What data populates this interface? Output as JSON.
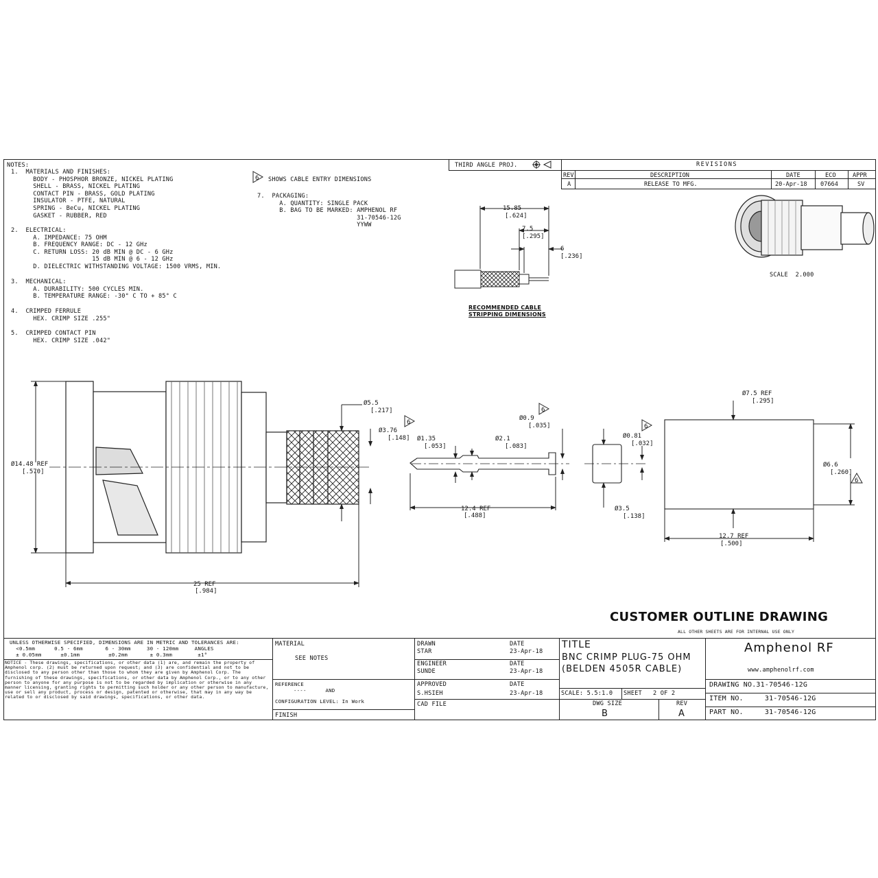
{
  "notes": {
    "heading": "NOTES:",
    "items": [
      "1.  MATERIALS AND FINISHES:\n      BODY - PHOSPHOR BRONZE, NICKEL PLATING\n      SHELL - BRASS, NICKEL PLATING\n      CONTACT PIN - BRASS, GOLD PLATING\n      INSULATOR - PTFE, NATURAL\n      SPRING - BeCu, NICKEL PLATING\n      GASKET - RUBBER, RED",
      "2.  ELECTRICAL:\n      A. IMPEDANCE: 75 OHM\n      B. FREQUENCY RANGE: DC - 12 GHz\n      C. RETURN LOSS: 20 dB MIN @ DC - 6 GHz\n                      15 dB MIN @ 6 - 12 GHz\n      D. DIELECTRIC WITHSTANDING VOLTAGE: 1500 VRMS, MIN.",
      "3.  MECHANICAL:\n      A. DURABILITY: 500 CYCLES MIN.\n      B. TEMPERATURE RANGE: -30° C TO + 85° C",
      "4.  CRIMPED FERRULE\n      HEX. CRIMP SIZE .255\"",
      "5.  CRIMPED CONTACT PIN\n      HEX. CRIMP SIZE .042\""
    ],
    "note6": "SHOWS CABLE ENTRY DIMENSIONS",
    "note7": "7.  PACKAGING:\n      A. QUANTITY: SINGLE PACK\n      B. BAG TO BE MARKED: AMPHENOL RF\n                           31-70546-12G\n                           YYWW",
    "flag": "6"
  },
  "projection": "THIRD ANGLE PROJ.",
  "revisions": {
    "heading": "REVISIONS",
    "headers": [
      "REV",
      "DESCRIPTION",
      "DATE",
      "ECO",
      "APPR"
    ],
    "rows": [
      [
        "A",
        "RELEASE TO MFG.",
        "20-Apr-18",
        "07664",
        "SV"
      ]
    ]
  },
  "iso_view": {
    "scale_label": "SCALE  2.000"
  },
  "stripping": {
    "caption": "RECOMMENDED CABLE\nSTRIPPING DIMENSIONS",
    "dims": [
      {
        "mm": "15.85",
        "in": "[.624]"
      },
      {
        "mm": "7.5",
        "in": "[.295]"
      },
      {
        "mm": "6",
        "in": "[.236]"
      }
    ]
  },
  "dimensions": {
    "body_dia": {
      "mm": "Ø14.48  REF",
      "in": "[.570]"
    },
    "body_len": {
      "mm": "25    REF",
      "in": "[.984]"
    },
    "ferrule_od": {
      "mm": "Ø5.5",
      "in": "[.217]"
    },
    "ferrule_id": {
      "mm": "Ø3.76",
      "in": "[.148]"
    },
    "pin_tip": {
      "mm": "Ø1.35",
      "in": "[.053]"
    },
    "pin_body": {
      "mm": "Ø2.1",
      "in": "[.083]"
    },
    "pin_bore": {
      "mm": "Ø0.9",
      "in": "[.035]"
    },
    "pin_len": {
      "mm": "12.4   REF",
      "in": "[.488]"
    },
    "sleeve_bore": {
      "mm": "Ø0.81",
      "in": "[.032]"
    },
    "sleeve_od": {
      "mm": "Ø3.5",
      "in": "[.138]"
    },
    "ferrule_dia": {
      "mm": "Ø7.5   REF",
      "in": "[.295]"
    },
    "ferrule_id2": {
      "mm": "Ø6.6",
      "in": "[.260]"
    },
    "ferrule_len": {
      "mm": "12.7   REF",
      "in": "[.500]"
    }
  },
  "banner": {
    "title": "CUSTOMER OUTLINE DRAWING",
    "subtitle": "ALL OTHER SHEETS ARE FOR INTERNAL USE ONLY"
  },
  "tolerance": {
    "heading": "UNLESS OTHERWISE SPECIFIED, DIMENSIONS ARE IN METRIC AND TOLERANCES ARE:",
    "ranges": "  <0.5mm      0.5 - 6mm       6 - 30mm     30 - 120mm     ANGLES",
    "values": "  ± 0.05mm      ±0.1mm         ±0.2mm       ± 0.3mm        ±1°",
    "notice": "NOTICE - These drawings, specifications, or other data (1) are, and remain the property of Amphenol corp. (2) must be returned upon request; and (3) are confidential and not to be disclosed to any person other than those to whom they are given by Amphenol Corp. The furnishing of these drawings, specifications, or other data by Amphenol Corp., or to any other person to anyone for any purpose is not to be regarded by implication or otherwise in any manner licensing, granting rights to permitting such holder or any other person to manufacture, use or sell any product, process or design, patented or otherwise, that may in any way be related to or disclosed by said drawings, specifications, or other data."
  },
  "material": {
    "label": "MATERIAL",
    "value": "SEE NOTES",
    "reference_label": "REFERENCE",
    "reference_value": "----      AND",
    "config": "CONFIGURATION LEVEL: In Work",
    "finish": "FINISH"
  },
  "approvals": {
    "drawn_label": "DRAWN",
    "drawn_by": "STAR",
    "drawn_date_label": "DATE",
    "drawn_date": "23-Apr-18",
    "engineer_label": "ENGINEER",
    "engineer": "SUNDE",
    "engineer_date_label": "DATE",
    "engineer_date": "23-Apr-18",
    "approved_label": "APPROVED",
    "approved_by": "S.HSIEH",
    "approved_date_label": "DATE",
    "approved_date": "23-Apr-18",
    "cad_label": "CAD FILE"
  },
  "titleblock": {
    "title_label": "TITLE",
    "title_line1": "BNC CRIMP PLUG-75 OHM",
    "title_line2": "(BELDEN 4505R CABLE)",
    "scale": "SCALE: 5.5:1.0",
    "sheet": "SHEET   2 OF 2",
    "dwg_size_label": "DWG SIZE",
    "dwg_size": "B",
    "rev_label": "REV",
    "rev": "A"
  },
  "company": {
    "name": "Amphenol RF",
    "url": "www.amphenolrf.com",
    "drawing_no": "DRAWING NO.31-70546-12G",
    "item_no": "ITEM NO.     31-70546-12G",
    "part_no": "PART NO.     31-70546-12G"
  }
}
